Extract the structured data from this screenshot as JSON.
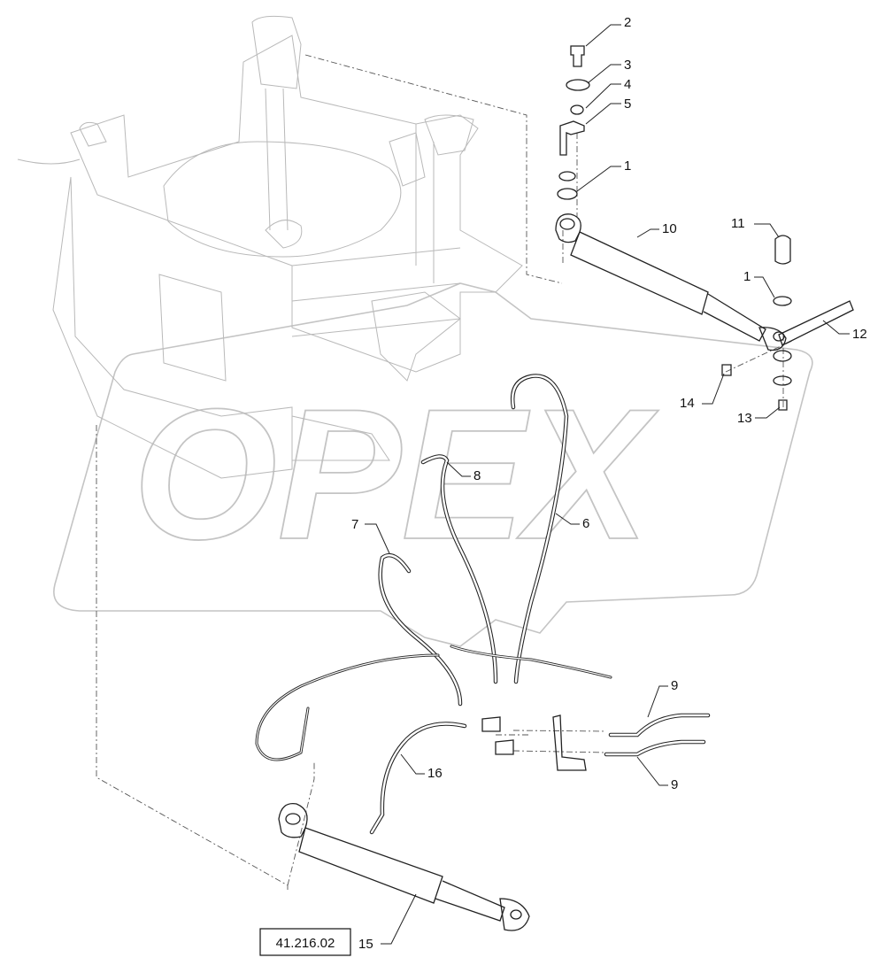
{
  "diagram": {
    "reference_box": "41.216.02",
    "watermark": "OPEX",
    "callouts": {
      "c2": "2",
      "c3": "3",
      "c4": "4",
      "c5": "5",
      "c1a": "1",
      "c1b": "1",
      "c10": "10",
      "c11": "11",
      "c12": "12",
      "c13": "13",
      "c14": "14",
      "c8": "8",
      "c7": "7",
      "c6": "6",
      "c9a": "9",
      "c9b": "9",
      "c16": "16",
      "c15": "15"
    }
  }
}
